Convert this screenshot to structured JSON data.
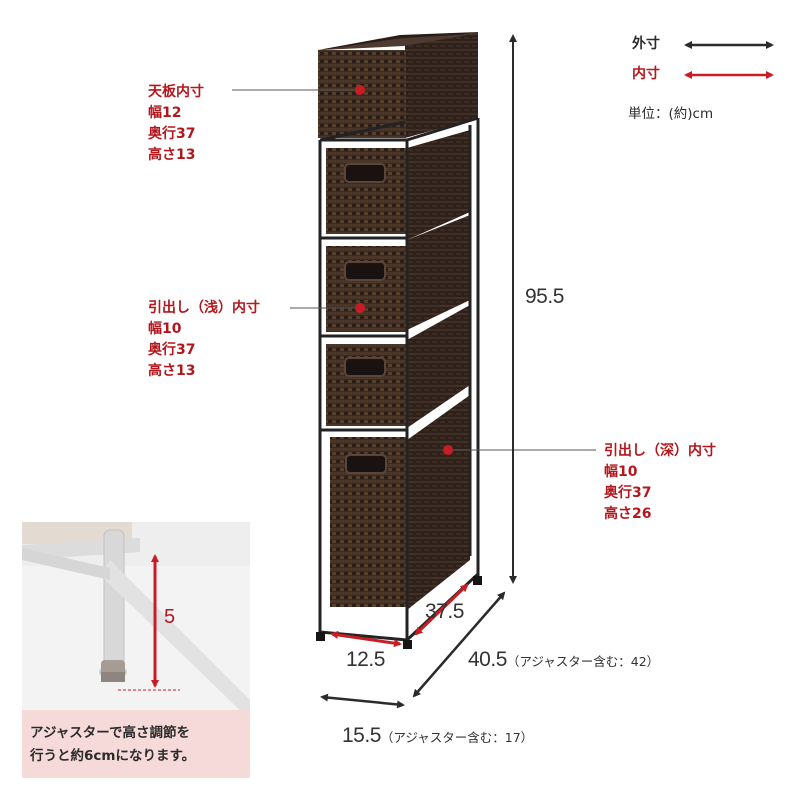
{
  "legend": {
    "outer_label": "外寸",
    "inner_label": "内寸",
    "unit_label": "単位：(約)cm",
    "outer_color": "#2b2b2b",
    "inner_color": "#c81d25"
  },
  "annotations": {
    "top": {
      "title": "天板内寸",
      "width": "幅12",
      "depth": "奥行37",
      "height": "高さ13"
    },
    "shallow": {
      "title": "引出し（浅）内寸",
      "width": "幅10",
      "depth": "奥行37",
      "height": "高さ13"
    },
    "deep": {
      "title": "引出し（深）内寸",
      "width": "幅10",
      "depth": "奥行37",
      "height": "高さ26"
    }
  },
  "dimensions": {
    "height": "95.5",
    "inner_width": "12.5",
    "inner_depth": "37.5",
    "outer_depth": "40.5",
    "outer_depth_note": "（アジャスター含む：42）",
    "outer_width": "15.5",
    "outer_width_note": "（アジャスター含む：17）"
  },
  "inset": {
    "adjuster_height": "5",
    "note_line1": "アジャスターで高さ調節を",
    "note_line2": "行うと約6cmになります。"
  },
  "product": {
    "frame_color": "#232323",
    "basket_color": "#3b2a22",
    "drawer_count": 4
  }
}
